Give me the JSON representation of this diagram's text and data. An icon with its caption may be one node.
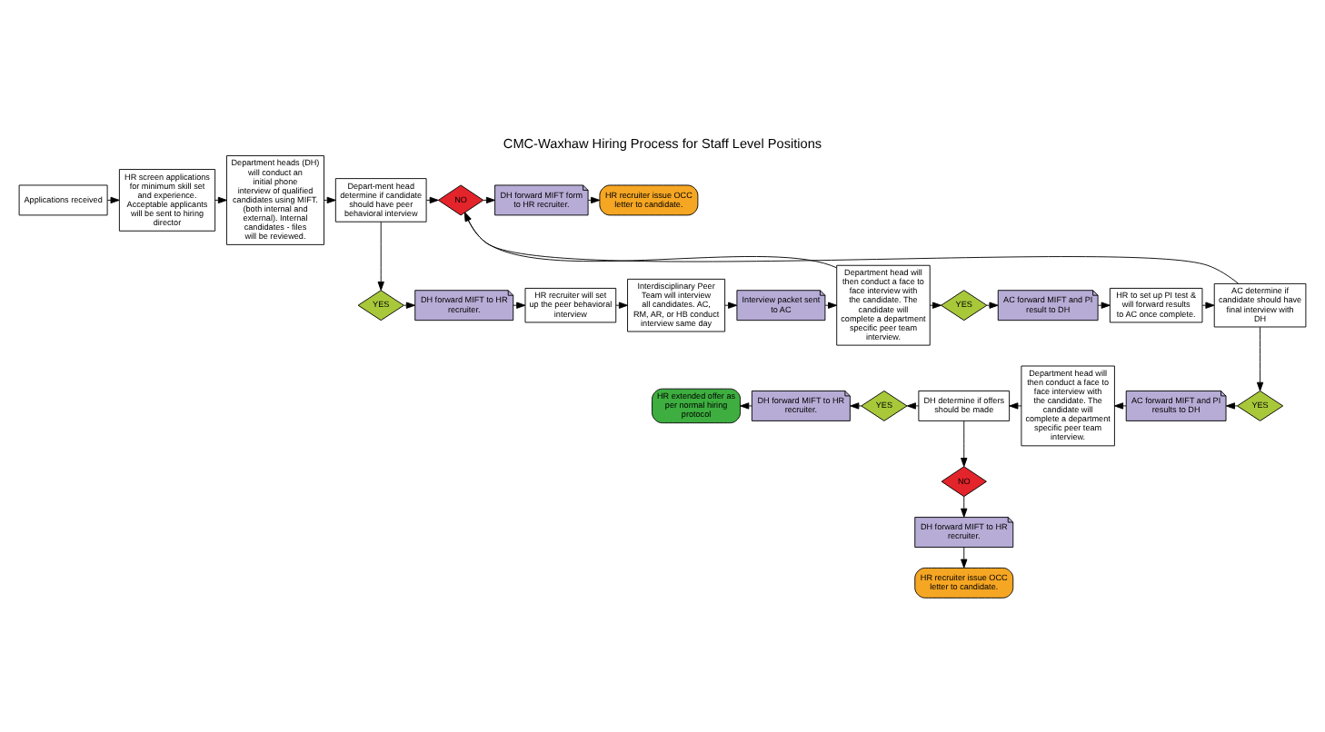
{
  "diagram": {
    "title": "CMC-Waxhaw Hiring Process for Staff Level Positions",
    "nodes": [
      {
        "text": [
          "Applications received"
        ]
      },
      {
        "text": [
          "HR screen applications for minimum skill set and experience. Acceptable applicants will be sent to hiring director"
        ]
      },
      {
        "text": [
          "Department heads (DH) will conduct an initial phone interview of qualified candidates using MIFT. (both internal and external). Internal candidates - files will be reviewed."
        ]
      },
      {
        "text": [
          "Depart-ment head determine if candidate should have peer behavioral interview"
        ]
      },
      {
        "text": [
          "NO"
        ]
      },
      {
        "text": [
          "DH forward MIFT form to HR recruiter."
        ]
      },
      {
        "text": [
          "HR recruiter issue OCC letter to candidate."
        ]
      },
      {
        "text": [
          "YES"
        ]
      },
      {
        "text": [
          "DH forward MIFT to HR recruiter."
        ]
      },
      {
        "text": [
          "HR recruiter will set up the peer behavioral interview"
        ]
      },
      {
        "text": [
          "Interdisciplinary Peer Team will interview all candidates. AC, RM, AR, or HB conduct interview same day"
        ]
      },
      {
        "text": [
          "Interview packet sent to AC"
        ]
      },
      {
        "text": [
          "Department head will then conduct a face to face interview with the candidate. The candidate will complete a department specific peer team interview."
        ]
      },
      {
        "text": [
          "YES"
        ]
      },
      {
        "text": [
          "AC forward MIFT and PI result to DH"
        ]
      },
      {
        "text": [
          "HR to set up PI test & will forward results to AC once complete."
        ]
      },
      {
        "text": [
          "AC determine if candidate should have final interview with DH"
        ]
      },
      {
        "text": [
          "YES"
        ]
      },
      {
        "text": [
          "AC forward MIFT and PI results to DH"
        ]
      },
      {
        "text": [
          "Department head will then conduct a face to face interview with the candidate. The candidate will complete a department specific peer team interview."
        ]
      },
      {
        "text": [
          "DH determine if offers should be made"
        ]
      },
      {
        "text": [
          "YES"
        ]
      },
      {
        "text": [
          "DH forward MIFT to HR recruiter."
        ]
      },
      {
        "text": [
          "HR extended offer as per normal hiring protocol"
        ]
      },
      {
        "text": [
          "NO"
        ]
      },
      {
        "text": [
          "DH forward MIFT to HR recruiter."
        ]
      },
      {
        "text": [
          "HR recruiter issue OCC letter to candidate."
        ]
      }
    ],
    "edges": [
      {
        "from": 0,
        "to": 1,
        "arrow": "to"
      },
      {
        "from": 1,
        "to": 2,
        "arrow": "to"
      },
      {
        "from": 2,
        "to": 3,
        "arrow": "to"
      },
      {
        "from": 3,
        "to": 4,
        "arrow": "to"
      },
      {
        "from": 4,
        "to": 5,
        "arrow": "to"
      },
      {
        "from": 5,
        "to": 6,
        "arrow": "to"
      },
      {
        "from": 3,
        "to": 7,
        "arrow": "to"
      },
      {
        "from": 7,
        "to": 8,
        "arrow": "to"
      },
      {
        "from": 8,
        "to": 9,
        "arrow": "to"
      },
      {
        "from": 9,
        "to": 10,
        "arrow": "to"
      },
      {
        "from": 10,
        "to": 11,
        "arrow": "to"
      },
      {
        "from": 11,
        "to": 12,
        "arrow": "to"
      },
      {
        "from": 12,
        "to": 4,
        "arrow": "to"
      },
      {
        "from": 16,
        "to": 4,
        "arrow": "to"
      },
      {
        "from": 12,
        "to": 13,
        "arrow": "to"
      },
      {
        "from": 13,
        "to": 14,
        "arrow": "to"
      },
      {
        "from": 14,
        "to": 15,
        "arrow": "to"
      },
      {
        "from": 15,
        "to": 16,
        "arrow": "to"
      },
      {
        "from": 16,
        "to": 17,
        "arrow": "to"
      },
      {
        "from": 17,
        "to": 18,
        "arrow": "to"
      },
      {
        "from": 18,
        "to": 19,
        "arrow": "to"
      },
      {
        "from": 19,
        "to": 20,
        "arrow": "to"
      },
      {
        "from": 20,
        "to": 21,
        "arrow": "to"
      },
      {
        "from": 21,
        "to": 22,
        "arrow": "to"
      },
      {
        "from": 22,
        "to": 23,
        "arrow": "to"
      },
      {
        "from": 20,
        "to": 24,
        "arrow": "to"
      },
      {
        "from": 24,
        "to": 25,
        "arrow": "to"
      },
      {
        "from": 25,
        "to": 26,
        "arrow": "to"
      }
    ]
  }
}
